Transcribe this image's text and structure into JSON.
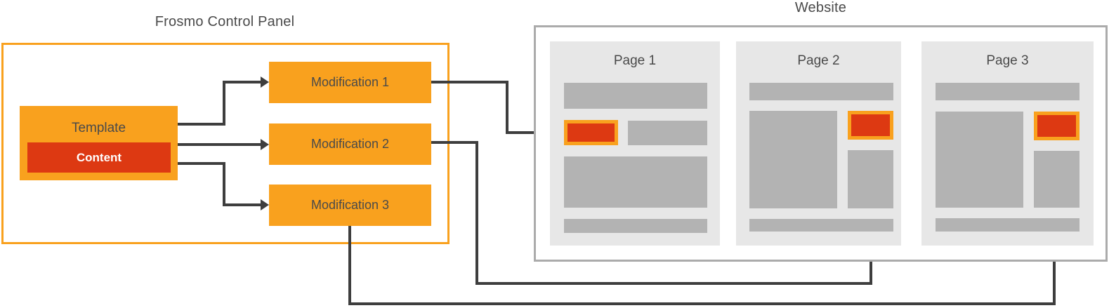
{
  "colors": {
    "orange_accent": "#F9A11E",
    "red_content": "#DD3912",
    "connector_dark": "#3E3E3E",
    "text_dark": "#4A4A4A",
    "page_card_bg": "#E7E7E7",
    "wireframe_block_grey": "#B3B3B3",
    "website_border_grey": "#ABABAB"
  },
  "control_panel": {
    "title": "Frosmo Control Panel",
    "template": {
      "label": "Template",
      "content": {
        "label": "Content"
      }
    },
    "modifications": [
      {
        "label": "Modification 1"
      },
      {
        "label": "Modification 2"
      },
      {
        "label": "Modification 3"
      }
    ]
  },
  "website": {
    "title": "Website",
    "pages": [
      {
        "label": "Page 1"
      },
      {
        "label": "Page 2"
      },
      {
        "label": "Page 3"
      }
    ]
  }
}
